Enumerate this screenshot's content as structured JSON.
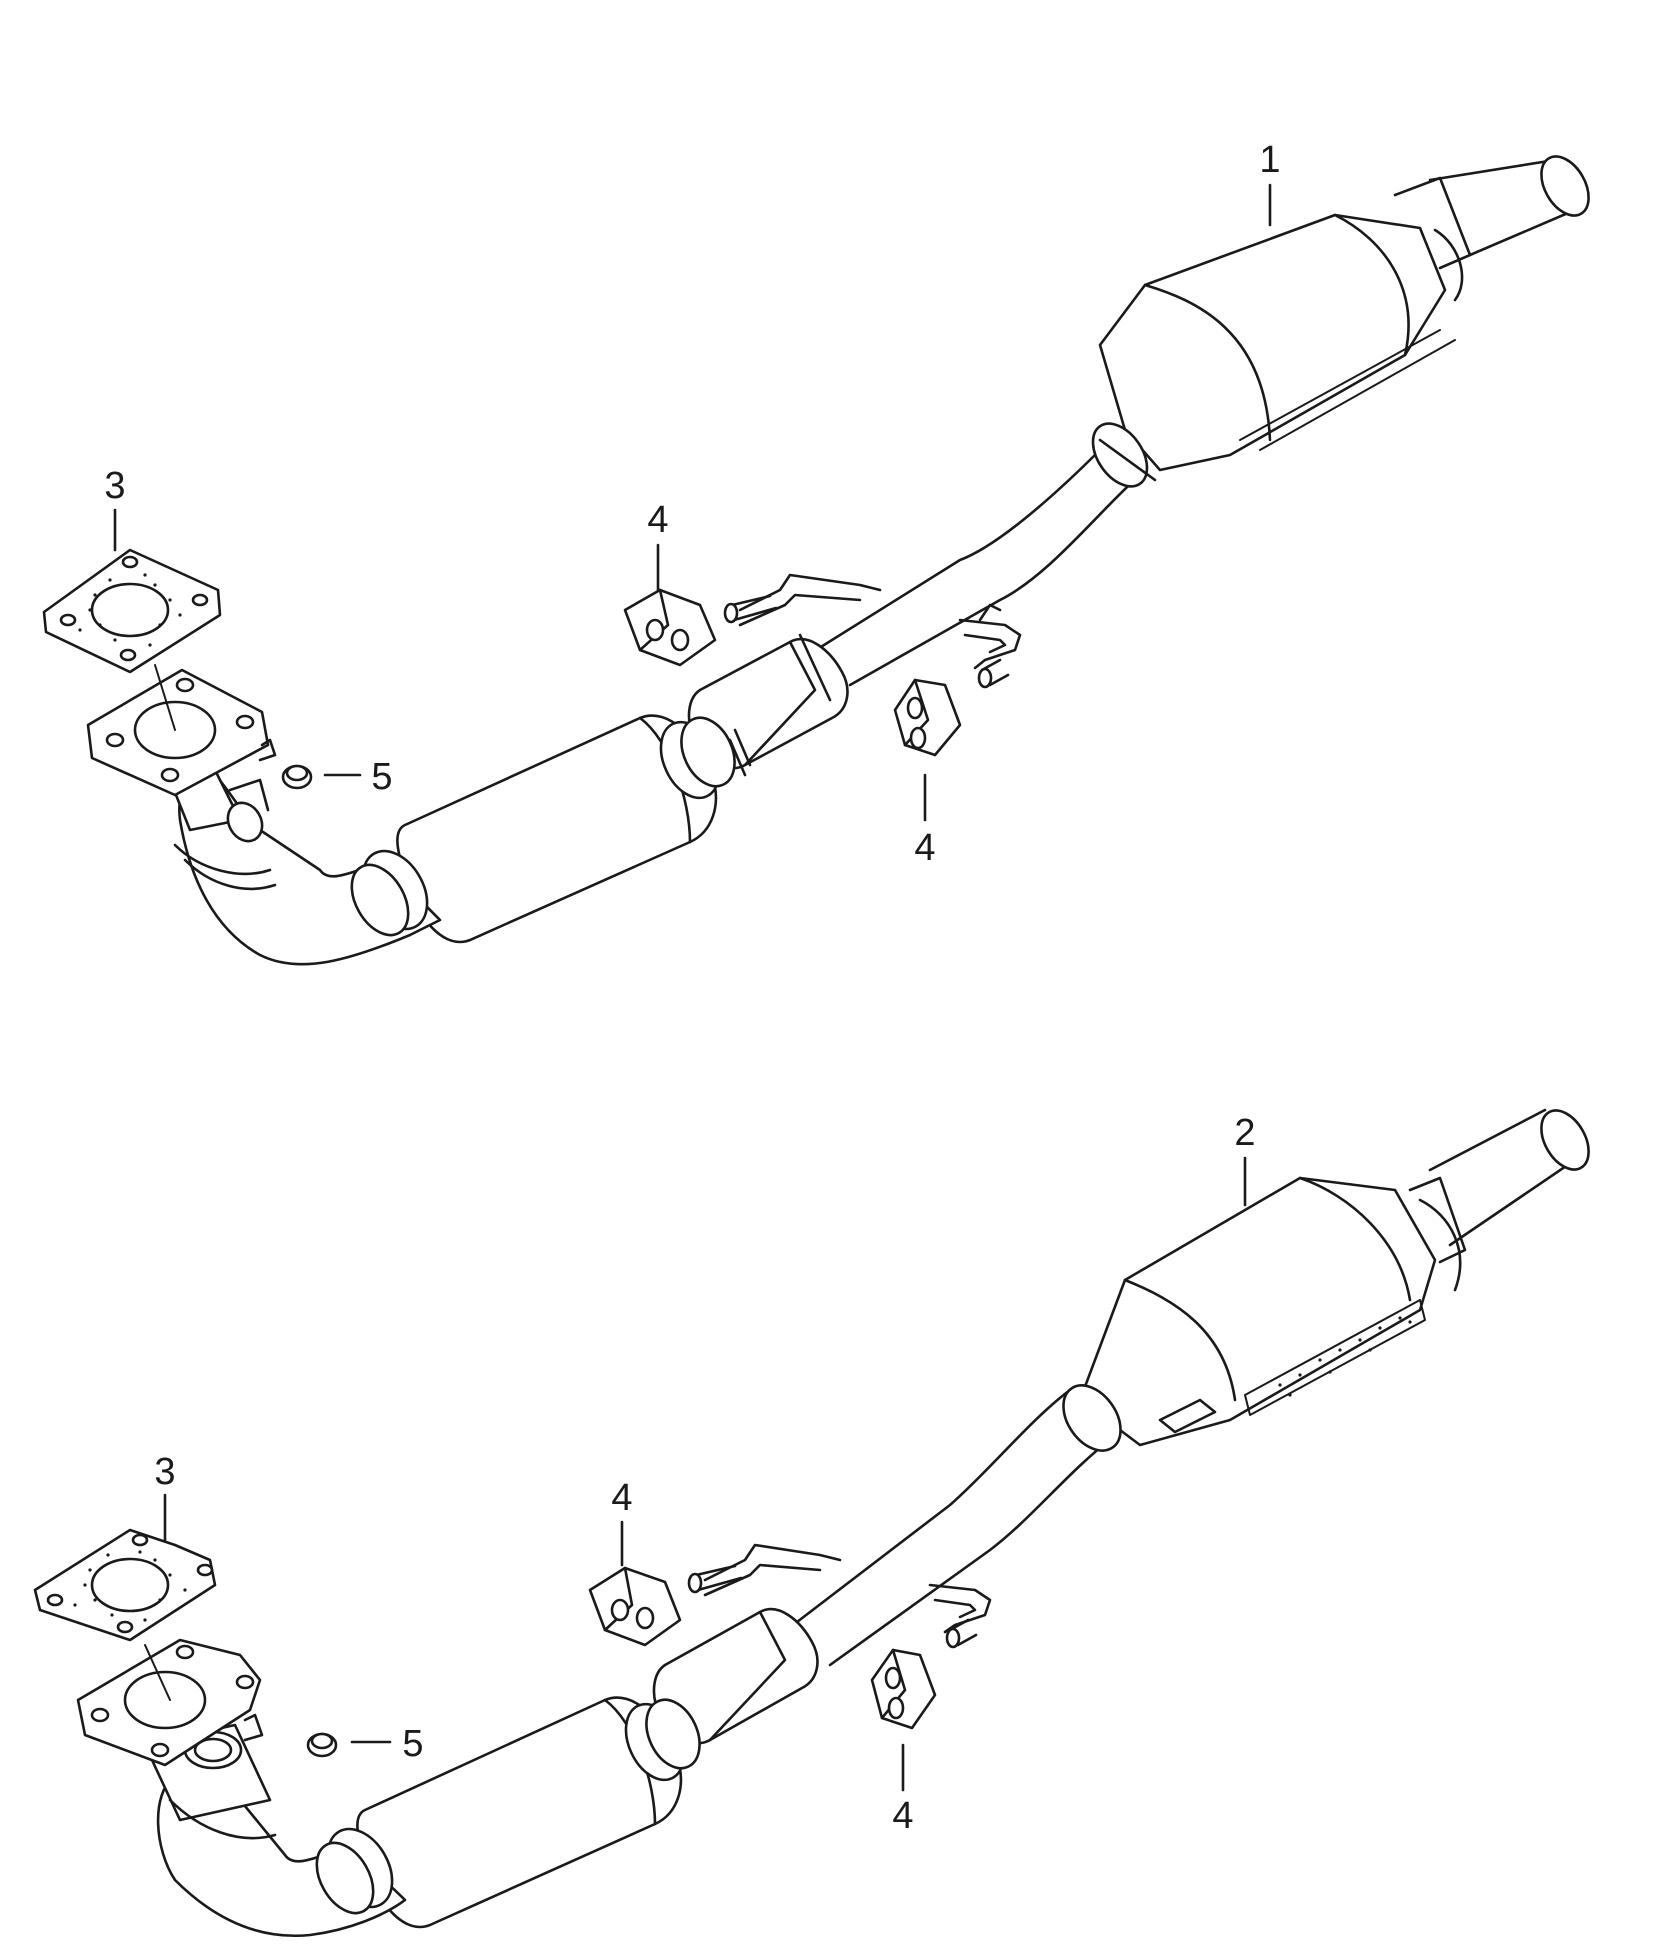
{
  "diagram": {
    "assemblies": [
      {
        "id": "upper",
        "callouts": {
          "main_part": "1",
          "gasket": "3",
          "hanger_left": "4",
          "hanger_right": "4",
          "nut": "5"
        }
      },
      {
        "id": "lower",
        "callouts": {
          "main_part": "2",
          "gasket": "3",
          "hanger_left": "4",
          "hanger_right": "4",
          "nut": "5"
        }
      }
    ]
  }
}
